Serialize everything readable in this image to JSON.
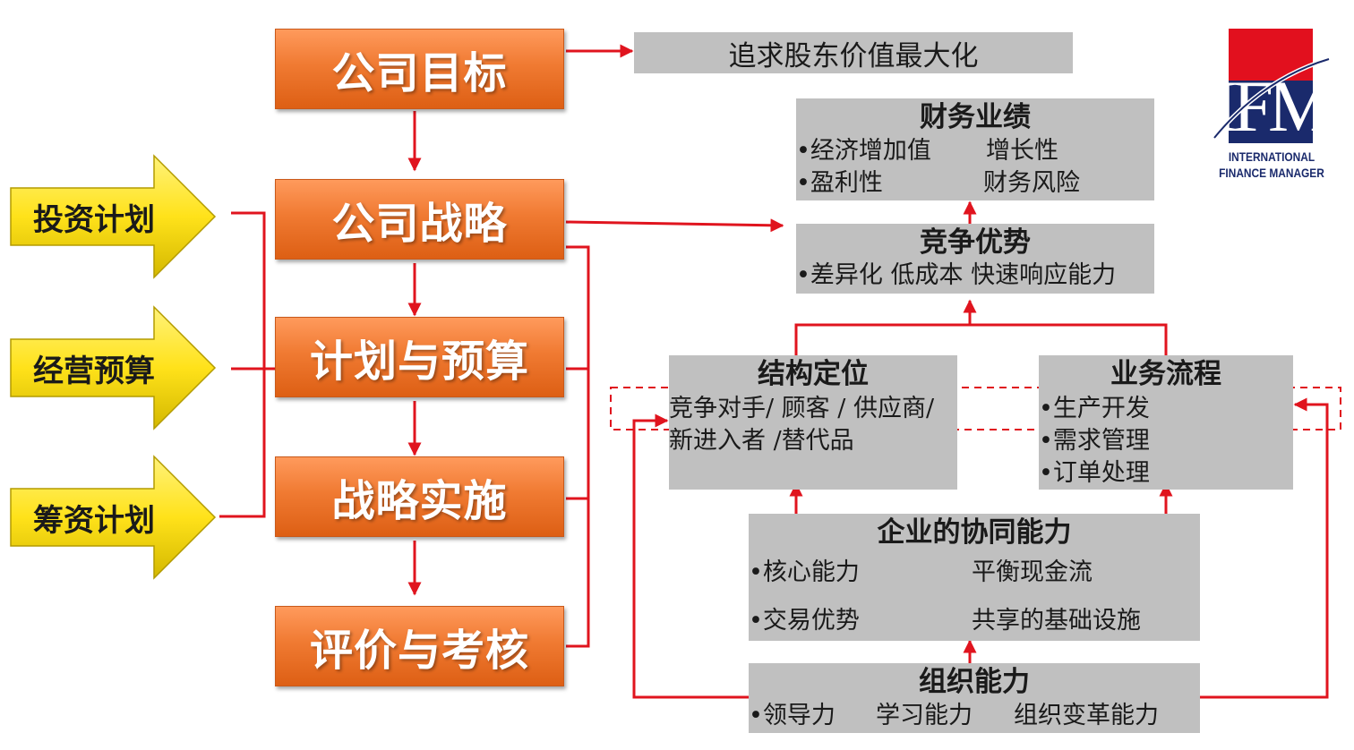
{
  "left_chain": [
    "公司目标",
    "公司战略",
    "计划与预算",
    "战略实施",
    "评价与考核"
  ],
  "side_inputs": [
    "投资计划",
    "经营预算",
    "筹资计划"
  ],
  "goal_box": "追求股东价值最大化",
  "financial_performance": {
    "title": "财务业绩",
    "items": [
      "•经济增加值",
      "增长性",
      "•盈利性",
      "财务风险"
    ]
  },
  "competitive_advantage": {
    "title": "竞争优势",
    "line": "•差异化  低成本 快速响应能力"
  },
  "structural_positioning": {
    "title": "结构定位",
    "lines": [
      "竞争对手/ 顾客 / 供应商/",
      "新进入者 /替代品"
    ]
  },
  "business_process": {
    "title": "业务流程",
    "lines": [
      "•生产开发",
      "•需求管理",
      "•订单处理"
    ]
  },
  "synergy": {
    "title": "企业的协同能力",
    "items": [
      "•核心能力",
      "平衡现金流",
      "•交易优势",
      "共享的基础设施"
    ]
  },
  "organizational": {
    "title": "组织能力",
    "items": [
      "•领导力",
      "学习能力",
      "组织变革能力"
    ]
  },
  "logo": {
    "mark": "IFM",
    "line1": "INTERNATIONAL",
    "line2": "FINANCE MANAGER",
    "colors": {
      "red": "#e2101e",
      "navy": "#1a2a6c"
    }
  },
  "colors": {
    "connector": "#e0141e",
    "orange": "#f07a32",
    "yellow": "#ffe21a",
    "grey": "#c0c0c0"
  }
}
